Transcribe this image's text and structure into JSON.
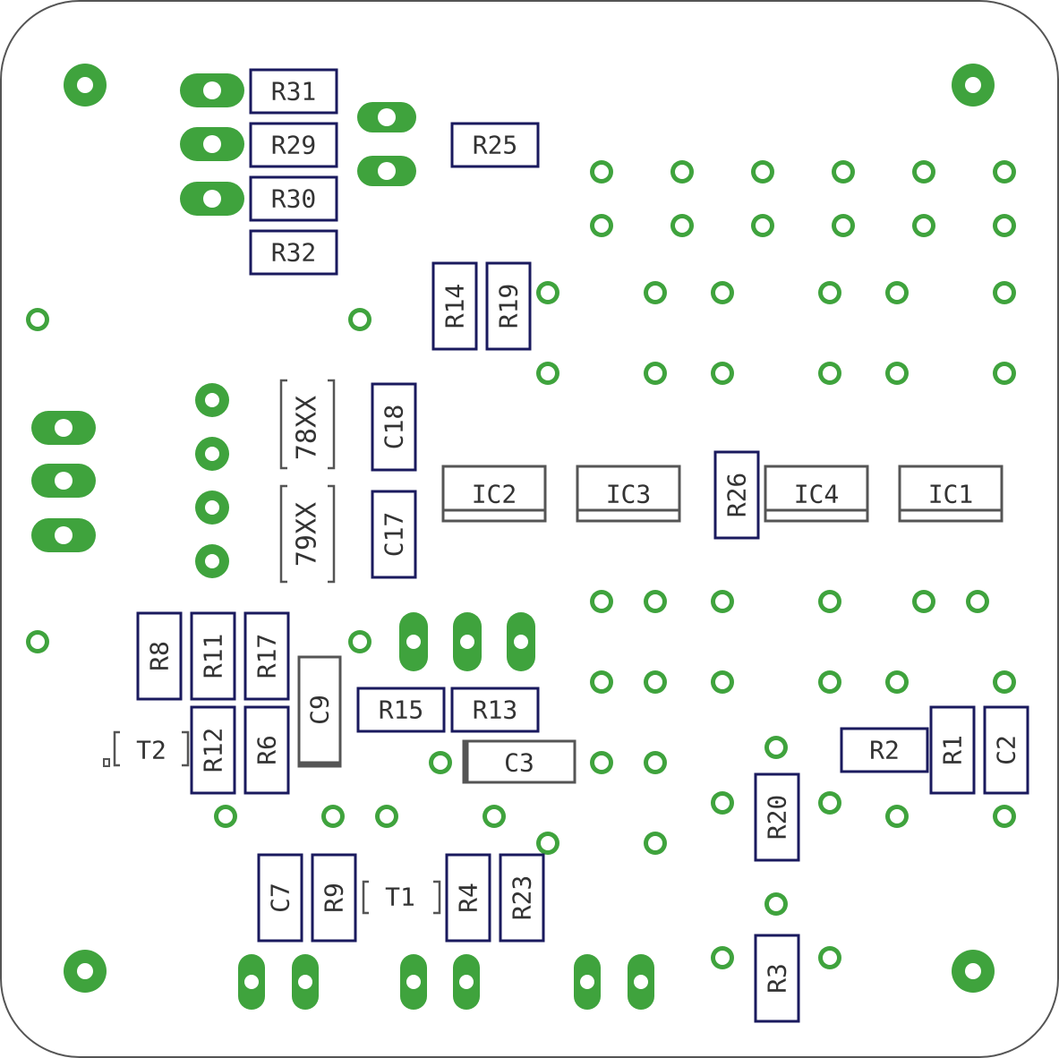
{
  "colors": {
    "outline": "#555555",
    "pad": "#3fa33d",
    "hole": "#ffffff",
    "resistor_outline": "#1a1a5e",
    "component_outline": "#555555",
    "label": "#333333"
  },
  "resistors": [
    {
      "ref": "R31",
      "orient": "h"
    },
    {
      "ref": "R29",
      "orient": "h"
    },
    {
      "ref": "R30",
      "orient": "h"
    },
    {
      "ref": "R32",
      "orient": "h"
    },
    {
      "ref": "R25",
      "orient": "h"
    },
    {
      "ref": "R14",
      "orient": "v"
    },
    {
      "ref": "R19",
      "orient": "v"
    },
    {
      "ref": "C18",
      "orient": "v"
    },
    {
      "ref": "C17",
      "orient": "v"
    },
    {
      "ref": "R26",
      "orient": "v"
    },
    {
      "ref": "R8",
      "orient": "v"
    },
    {
      "ref": "R11",
      "orient": "v"
    },
    {
      "ref": "R17",
      "orient": "v"
    },
    {
      "ref": "R12",
      "orient": "v"
    },
    {
      "ref": "R6",
      "orient": "v"
    },
    {
      "ref": "R15",
      "orient": "h"
    },
    {
      "ref": "R13",
      "orient": "h"
    },
    {
      "ref": "R2",
      "orient": "h"
    },
    {
      "ref": "R1",
      "orient": "v"
    },
    {
      "ref": "C2",
      "orient": "v"
    },
    {
      "ref": "R20",
      "orient": "v"
    },
    {
      "ref": "C7",
      "orient": "v"
    },
    {
      "ref": "R9",
      "orient": "v"
    },
    {
      "ref": "R4",
      "orient": "v"
    },
    {
      "ref": "R23",
      "orient": "v"
    },
    {
      "ref": "R3",
      "orient": "v"
    }
  ],
  "ics": [
    "IC2",
    "IC3",
    "IC4",
    "IC1"
  ],
  "capacitors": [
    "C9",
    "C3"
  ],
  "regulators": [
    "78XX",
    "79XX"
  ],
  "transistors": [
    "T2",
    "T1"
  ]
}
